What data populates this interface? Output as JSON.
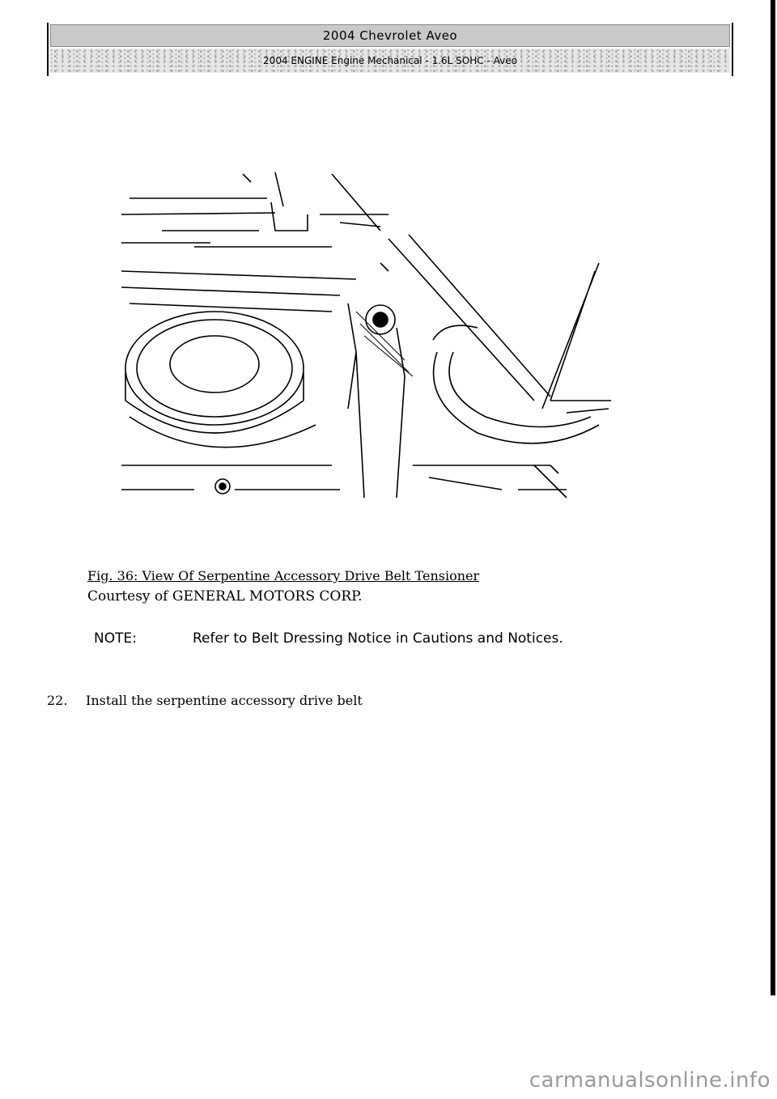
{
  "header": {
    "title": "2004 Chevrolet Aveo",
    "subtitle": "2004 ENGINE Engine Mechanical - 1.6L SOHC - Aveo"
  },
  "figure": {
    "caption": "Fig. 36: View Of Serpentine Accessory Drive Belt Tensioner",
    "credit": "Courtesy of GENERAL MOTORS CORP."
  },
  "note": {
    "label": "NOTE:",
    "text": "Refer to Belt Dressing Notice in Cautions and Notices."
  },
  "step": {
    "number": "22.",
    "text": "Install the serpentine accessory drive belt"
  },
  "watermark": "carmanualsonline.info"
}
